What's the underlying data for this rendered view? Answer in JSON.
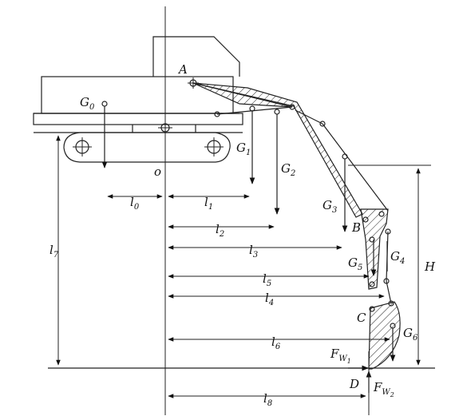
{
  "labels": {
    "A": "A",
    "B": "B",
    "C": "C",
    "D": "D",
    "O": "o",
    "H": "H",
    "G0": "G",
    "G0_sub": "0",
    "G1": "G",
    "G1_sub": "1",
    "G2": "G",
    "G2_sub": "2",
    "G3": "G",
    "G3_sub": "3",
    "G4": "G",
    "G4_sub": "4",
    "G5": "G",
    "G5_sub": "5",
    "G6": "G",
    "G6_sub": "6",
    "l0": "l",
    "l0_sub": "0",
    "l1": "l",
    "l1_sub": "1",
    "l2": "l",
    "l2_sub": "2",
    "l3": "l",
    "l3_sub": "3",
    "l4": "l",
    "l4_sub": "4",
    "l5": "l",
    "l5_sub": "5",
    "l6": "l",
    "l6_sub": "6",
    "l7": "l",
    "l7_sub": "7",
    "l8": "l",
    "l8_sub": "8",
    "FW1": "F",
    "FW1_sub": "W",
    "FW1_subsub": "1",
    "FW2": "F",
    "FW2_sub": "W",
    "FW2_subsub": "2"
  }
}
